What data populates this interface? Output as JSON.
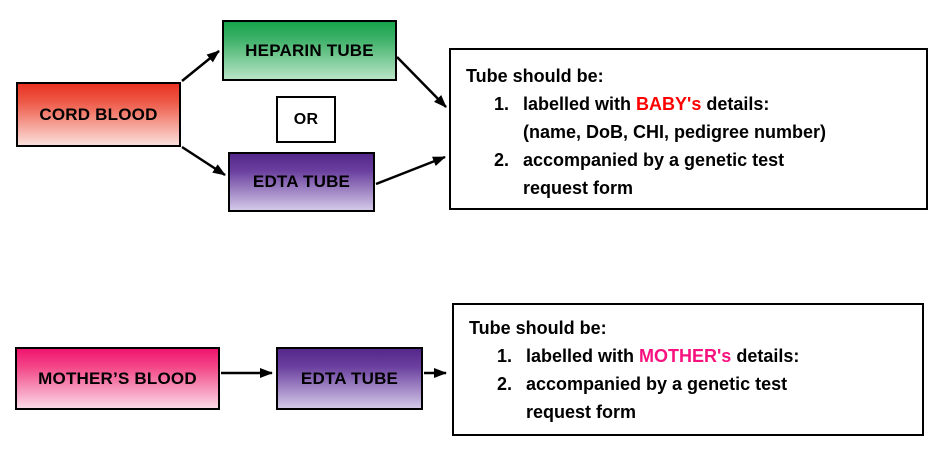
{
  "colors": {
    "cord_blood_top": "#e93323",
    "cord_blood_bottom": "#fbe0dc",
    "heparin_top": "#17a44c",
    "heparin_bottom": "#b9e4c6",
    "edta_top": "#54278b",
    "edta_bottom": "#d3c9e8",
    "mother_blood_top": "#f0146e",
    "mother_blood_bottom": "#fbd9e6",
    "baby_highlight": "#ff0000",
    "mother_highlight": "#f8127f",
    "arrow": "#000000",
    "box_border": "#000000"
  },
  "top_flow": {
    "source_label": "CORD BLOOD",
    "option_a_label": "HEPARIN TUBE",
    "connector_label": "OR",
    "option_b_label": "EDTA TUBE",
    "note": {
      "title": "Tube should be:",
      "item1_number": "1.",
      "item1_text_before": "labelled with ",
      "item1_highlight": "BABY's",
      "item1_text_after": " details:",
      "item1_line2": "(name, DoB, CHI, pedigree number)",
      "item2_number": "2.",
      "item2_line1": "accompanied by a genetic test",
      "item2_line2": "request form"
    }
  },
  "bottom_flow": {
    "source_label": "MOTHER’S BLOOD",
    "tube_label": "EDTA TUBE",
    "note": {
      "title": "Tube should be:",
      "item1_number": "1.",
      "item1_text_before": "labelled with ",
      "item1_highlight": "MOTHER's",
      "item1_text_after": " details:",
      "item2_number": "2.",
      "item2_line1": "accompanied by a genetic test",
      "item2_line2": "request form"
    }
  }
}
